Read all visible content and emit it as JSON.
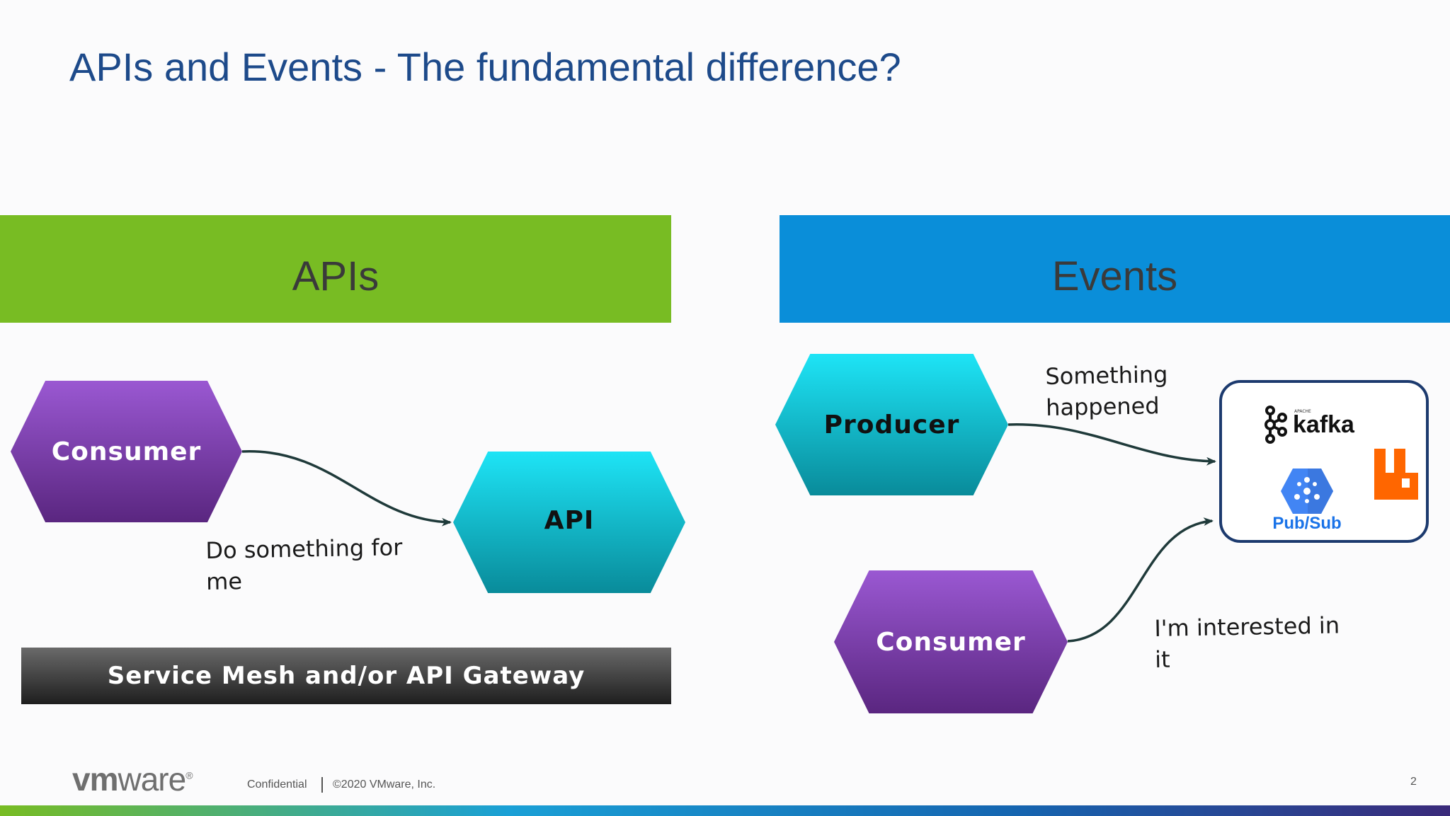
{
  "slide": {
    "title": "APIs and Events - The fundamental difference?",
    "page_number": "2"
  },
  "apis": {
    "header": "APIs",
    "consumer_label": "Consumer",
    "api_label": "API",
    "request_line1": "Do something for",
    "request_line2": "me",
    "mesh_label": "Service Mesh and/or API Gateway"
  },
  "events": {
    "header": "Events",
    "producer_label": "Producer",
    "consumer_label": "Consumer",
    "producer_note_line1": "Something",
    "producer_note_line2": "happened",
    "consumer_note_line1": "I'm interested in",
    "consumer_note_line2": "it",
    "brokers": {
      "kafka_apache": "APACHE",
      "kafka_name": "kafka",
      "pubsub_name": "Pub/Sub"
    }
  },
  "footer": {
    "logo_vm": "vm",
    "logo_ware": "ware",
    "logo_reg": "®",
    "confidential": "Confidential",
    "copyright": "©2020 VMware, Inc."
  },
  "colors": {
    "title": "#1d4a8a",
    "apis_band": "#78bc23",
    "events_band": "#0a8ed9",
    "consumer_hex": "#7b3fb0",
    "api_hex": "#12c3d6",
    "arrow": "#1f3a3a",
    "broker_border": "#1c3a6e",
    "rabbitmq": "#ff6600",
    "pubsub": "#4285f4"
  },
  "icons": {
    "kafka": "kafka-logo-icon",
    "pubsub": "pubsub-hex-icon",
    "rabbitmq": "rabbitmq-icon"
  }
}
